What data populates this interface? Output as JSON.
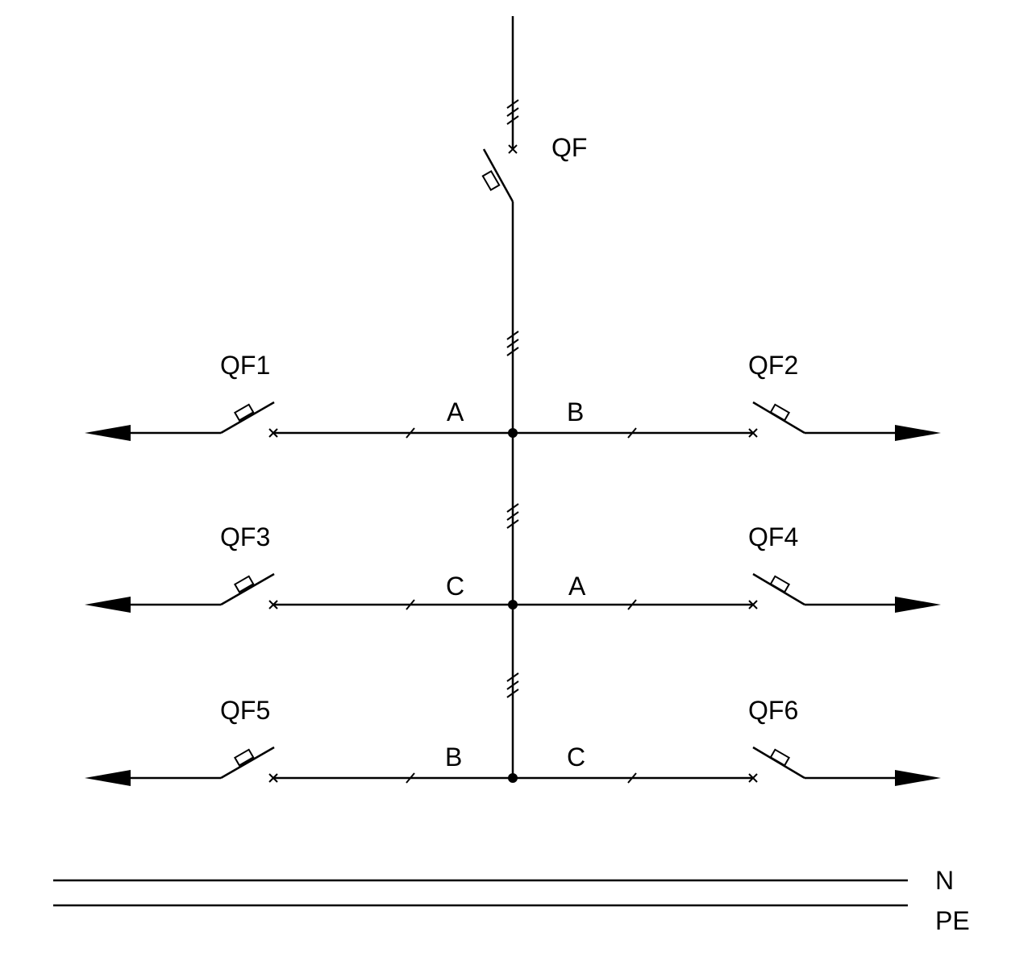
{
  "main_breaker": {
    "label": "QF"
  },
  "feeders": [
    {
      "left_label": "QF1",
      "left_phase": "A",
      "right_label": "QF2",
      "right_phase": "B"
    },
    {
      "left_label": "QF3",
      "left_phase": "C",
      "right_label": "QF4",
      "right_phase": "A"
    },
    {
      "left_label": "QF5",
      "left_phase": "B",
      "right_label": "QF6",
      "right_phase": "C"
    }
  ],
  "conductors": {
    "neutral": "N",
    "protective_earth": "PE"
  }
}
